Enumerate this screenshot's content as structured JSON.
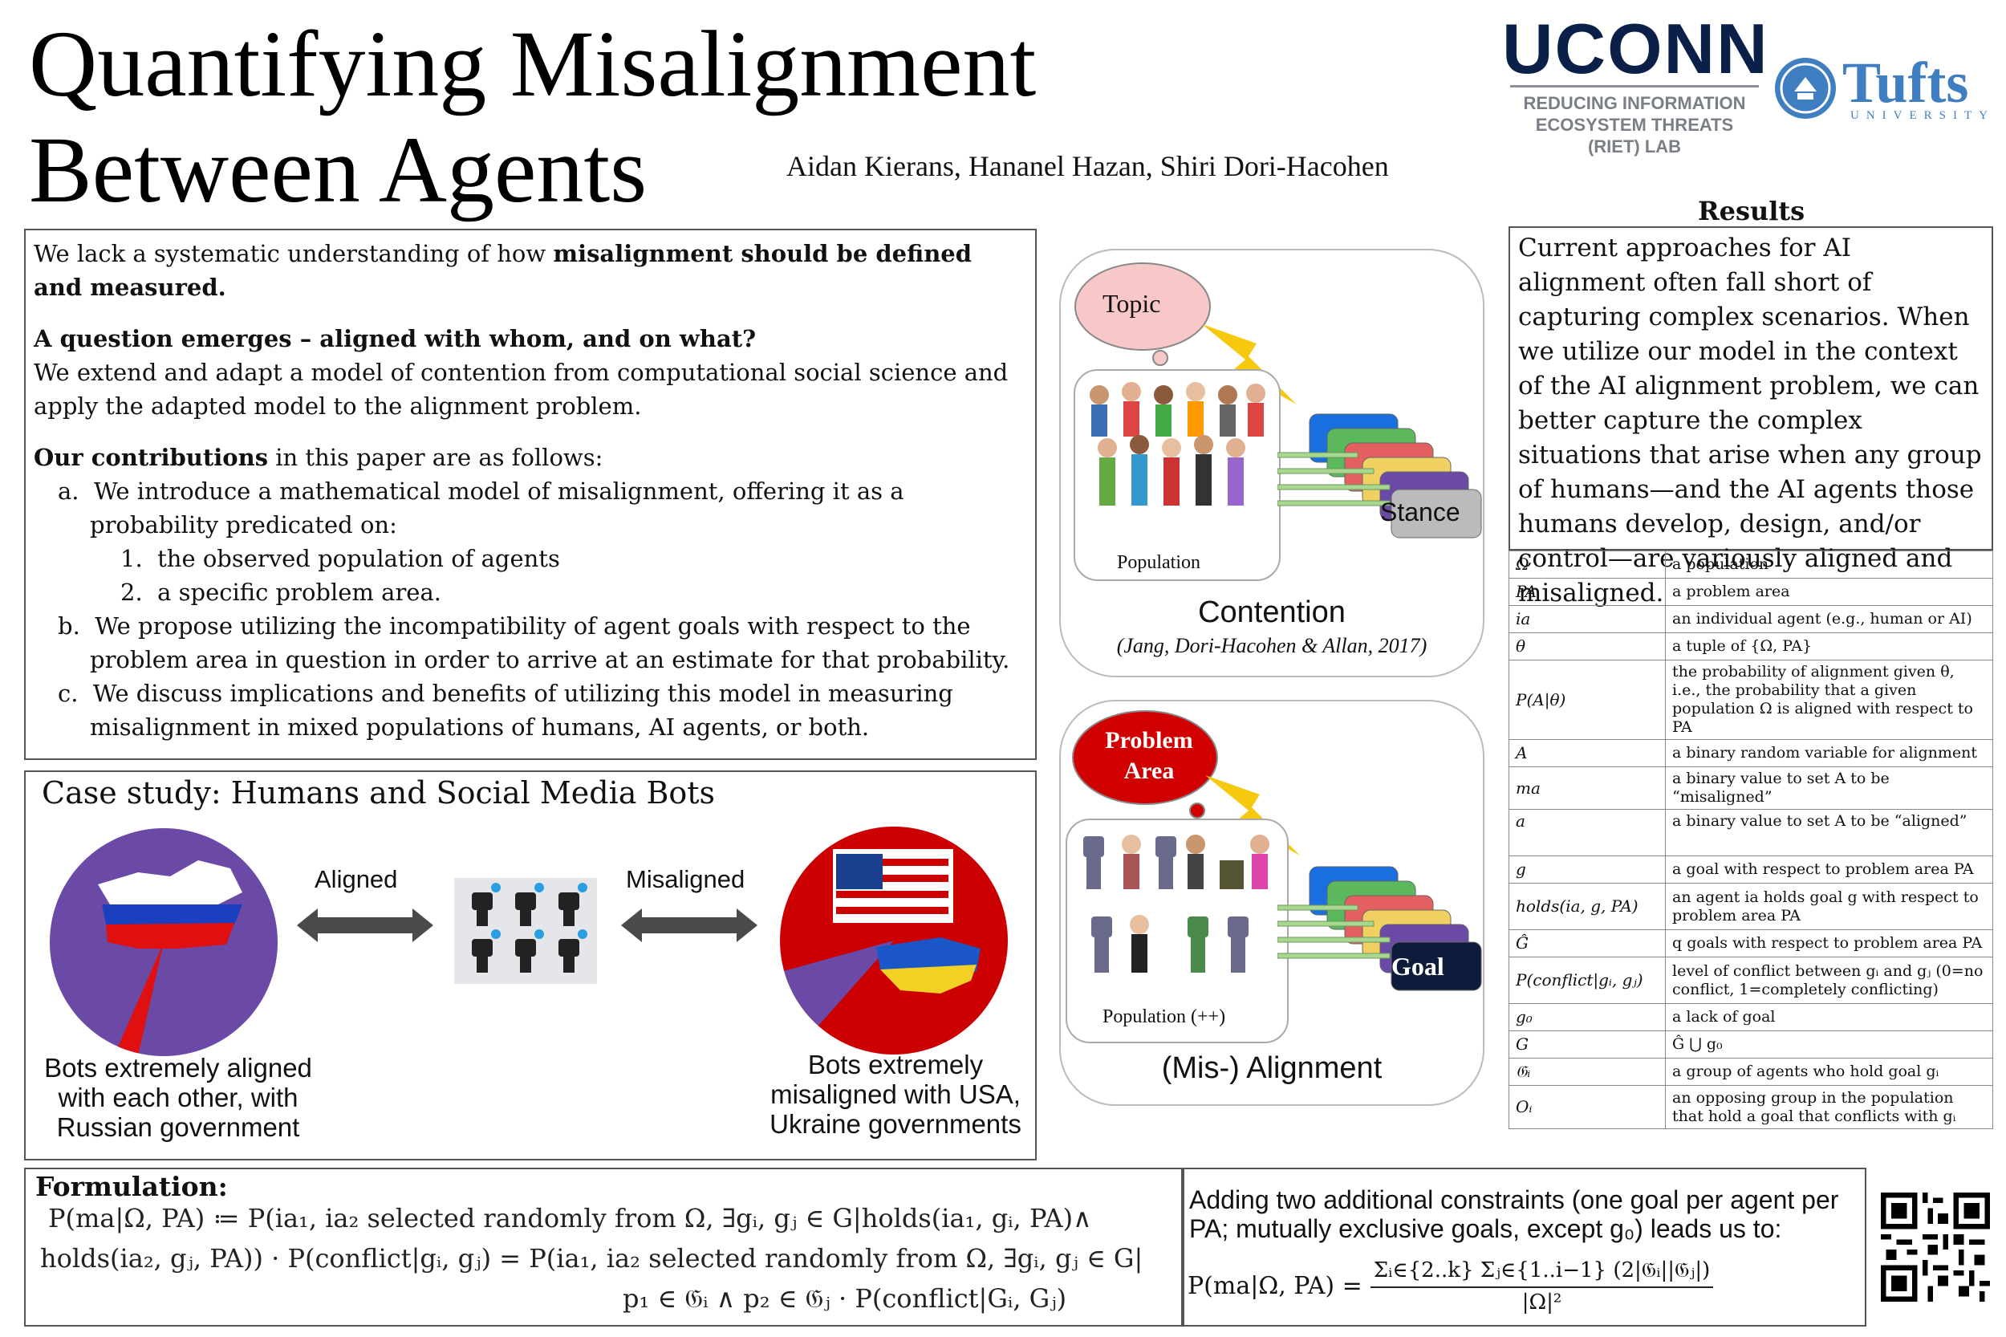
{
  "header": {
    "title_line1": "Quantifying Misalignment",
    "title_line2": "Between Agents",
    "authors": "Aidan Kierans, Hananel Hazan, Shiri Dori-Hacohen",
    "uconn_logo": "UCONN",
    "lab_line1": "REDUCING INFORMATION",
    "lab_line2": "ECOSYSTEM THREATS",
    "lab_line3": "(RIET) LAB",
    "tufts_logo": "Tufts",
    "tufts_sub": "UNIVERSITY"
  },
  "intro": {
    "p1_plain": "We lack a systematic understanding of how ",
    "p1_bold": "misalignment should be defined and measured.",
    "q_bold": "A question emerges – aligned with whom, and on what?",
    "q_text": "We extend and adapt a model of contention from computational social science and apply the adapted model to the alignment problem.",
    "contrib_bold": "Our contributions",
    "contrib_text": " in this paper are as follows:",
    "a_marker": "a.",
    "a_text": "We introduce a mathematical model of misalignment, offering it as a probability predicated on:",
    "a1_marker": "1.",
    "a1_text": "the observed population of agents",
    "a2_marker": "2.",
    "a2_text": "a specific problem area.",
    "b_marker": "b.",
    "b_text": "We propose utilizing the incompatibility of agent goals with respect to the problem area in question in order to arrive at an estimate for that probability.",
    "c_marker": "c.",
    "c_text": "We discuss implications and benefits of utilizing this model in measuring misalignment in mixed populations of humans, AI agents, or both."
  },
  "case_study": {
    "title": "Case study: Humans and Social Media Bots",
    "aligned_label": "Aligned",
    "misaligned_label": "Misaligned",
    "left_caption": "Bots extremely aligned with each other, with Russian government",
    "right_caption": "Bots extremely misaligned with USA, Ukraine governments",
    "colors": {
      "purple": "#6a4aa6",
      "red": "#cc0000",
      "arrow": "#4a4a4a"
    }
  },
  "diagram_contention": {
    "cloud_label": "Topic",
    "population_label": "Population",
    "stance_label": "Stance",
    "caption": "Contention",
    "citation": "(Jang, Dori-Hacohen & Allan, 2017)"
  },
  "diagram_alignment": {
    "cloud_label": "Problem Area",
    "population_label": "Population (++)",
    "goal_label": "Goal",
    "caption": "(Mis-) Alignment"
  },
  "results": {
    "heading": "Results",
    "text": "Current approaches for AI alignment often fall short of capturing complex scenarios. When we utilize our model in the context of the AI alignment problem, we can better capture the complex situations that arise when any group of humans—and the AI agents those humans develop, design, and/or control—are variously aligned and misaligned."
  },
  "symbols": [
    {
      "sym": "Ω",
      "desc": "a population"
    },
    {
      "sym": "PA",
      "desc": "a problem area"
    },
    {
      "sym": "ia",
      "desc": "an individual agent (e.g., human or AI)"
    },
    {
      "sym": "θ",
      "desc": "a tuple of {Ω, PA}"
    },
    {
      "sym": "P(A|θ)",
      "desc": "the probability of alignment given θ, i.e., the probability that a given population Ω is aligned with respect to PA"
    },
    {
      "sym": "A",
      "desc": "a binary random variable for alignment"
    },
    {
      "sym": "ma",
      "desc": "a binary value to set A to be “misaligned”"
    },
    {
      "sym": "a",
      "desc": "a binary value to set A to be “aligned”"
    },
    {
      "sym": "g",
      "desc": "a goal with respect to problem area PA"
    },
    {
      "sym": "holds(ia, g, PA)",
      "desc": "an agent ia holds goal g with respect to problem area PA"
    },
    {
      "sym": "Ĝ",
      "desc": "q goals with respect to problem area PA"
    },
    {
      "sym": "P(conflict|gᵢ, gⱼ)",
      "desc": "level of conflict between gᵢ and gⱼ (0=no conflict, 1=completely conflicting)"
    },
    {
      "sym": "g₀",
      "desc": "a lack of goal"
    },
    {
      "sym": "G",
      "desc": "Ĝ ⋃ g₀"
    },
    {
      "sym": "𝔊ᵢ",
      "desc": "a group of agents who hold goal gᵢ"
    },
    {
      "sym": "Oᵢ",
      "desc": "an opposing group in the population that hold a goal that conflicts with gᵢ"
    }
  ],
  "formulation": {
    "heading": "Formulation:",
    "eq_line1": "P(ma|Ω, PA) ≔ P(ia₁, ia₂ selected randomly from Ω, ∃gᵢ, gⱼ ∈ G|holds(ia₁, gᵢ, PA)∧",
    "eq_line2": "holds(ia₂, gⱼ, PA)) · P(conflict|gᵢ, gⱼ) = P(ia₁, ia₂ selected randomly from Ω, ∃gᵢ, gⱼ ∈ G|",
    "eq_line3": "p₁ ∈ 𝔊ᵢ ∧ p₂ ∈ 𝔊ⱼ · P(conflict|Gᵢ, Gⱼ)"
  },
  "additional": {
    "text": "Adding two additional constraints (one goal per agent per PA; mutually exclusive goals, except g₀) leads us to:",
    "eq_lhs": "P(ma|Ω, PA) =",
    "eq_num": "Σᵢ∈{2..k} Σⱼ∈{1..i−1} (2|𝔊ᵢ||𝔊ⱼ|)",
    "eq_den": "|Ω|²"
  }
}
